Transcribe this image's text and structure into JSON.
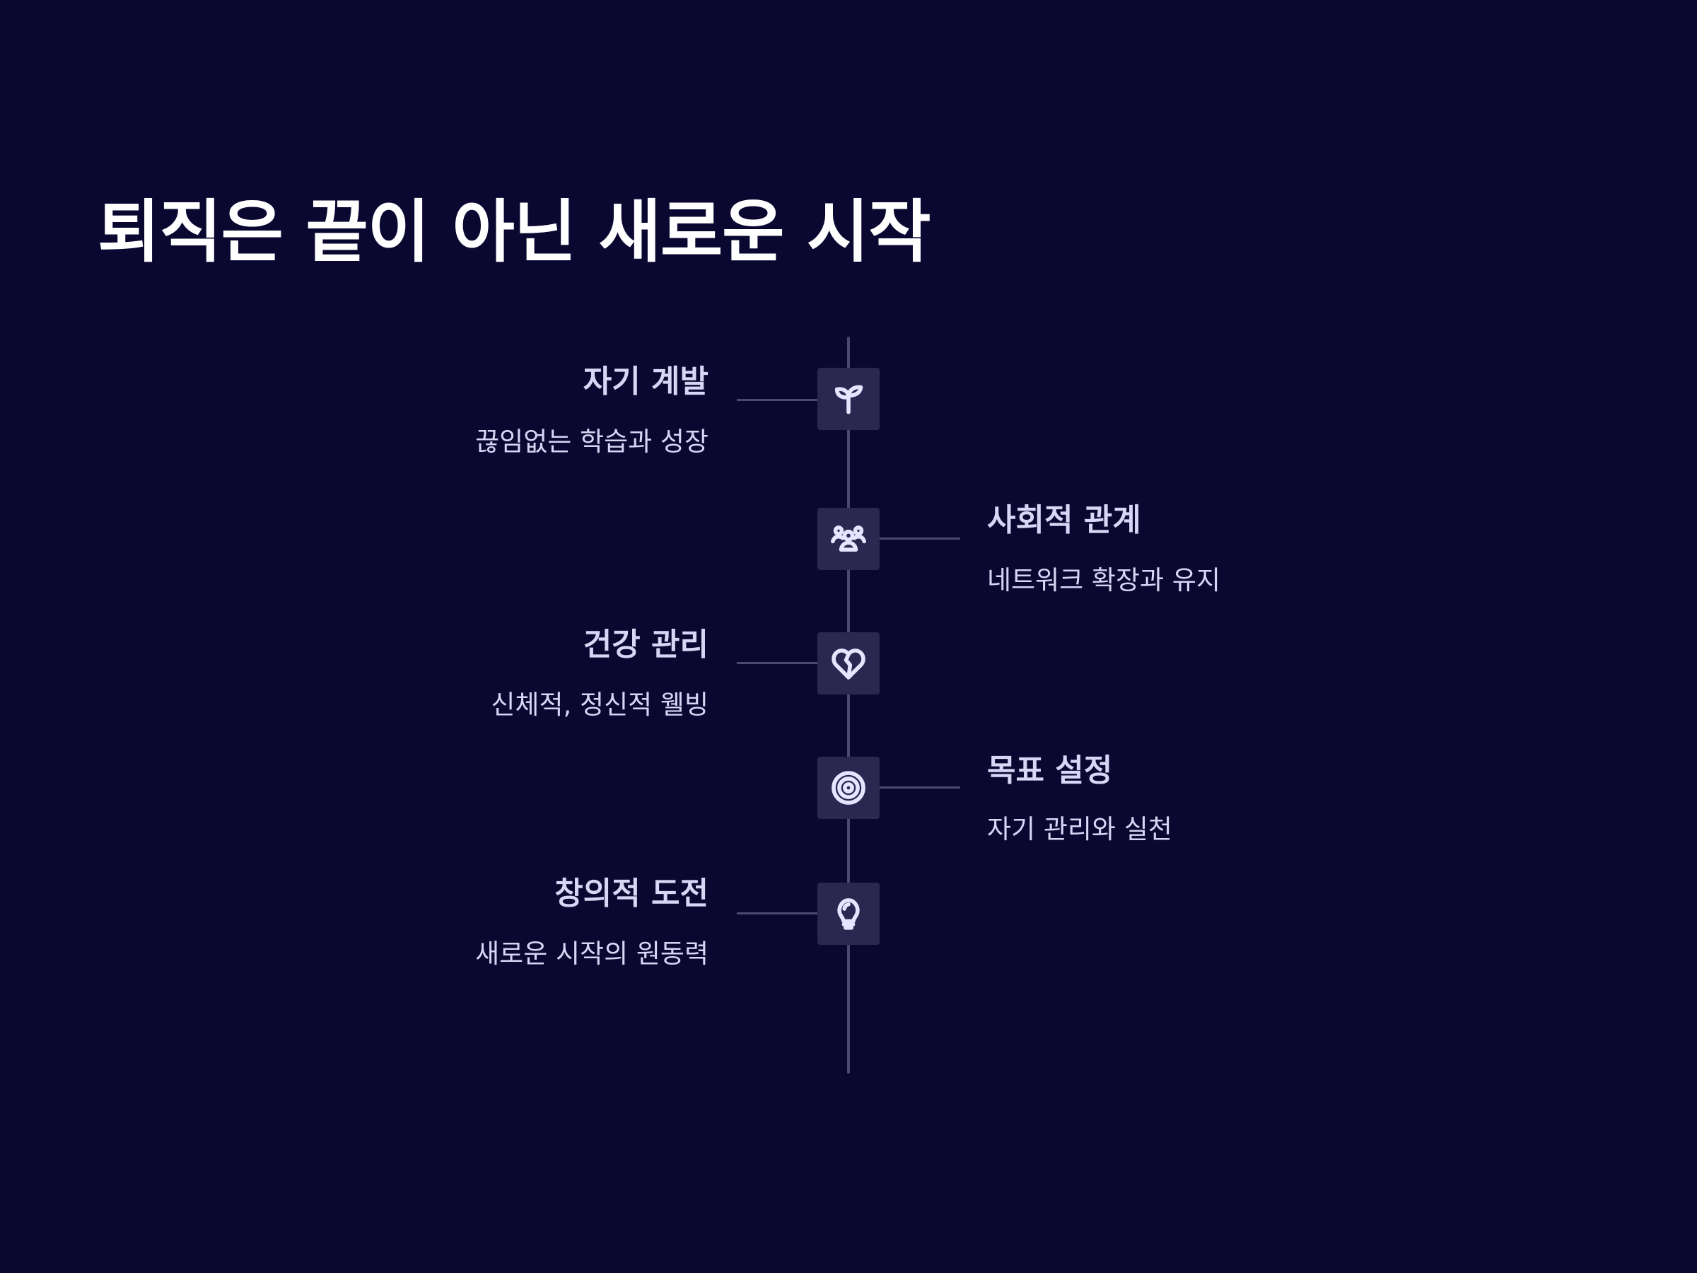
{
  "title": "퇴직은 끝이 아닌 새로운 시작",
  "colors": {
    "background": "#0a0830",
    "title": "#ffffff",
    "text": "#d8d6f5",
    "line": "#4b4a6e",
    "box": "#2a2850",
    "icon": "#e6e4ff"
  },
  "items": [
    {
      "title": "자기 계발",
      "description": "끊임없는 학습과 성장",
      "icon": "sprout-icon",
      "side": "left"
    },
    {
      "title": "사회적 관계",
      "description": "네트워크 확장과 유지",
      "icon": "users-icon",
      "side": "right"
    },
    {
      "title": "건강 관리",
      "description": "신체적, 정신적 웰빙",
      "icon": "heart-icon",
      "side": "left"
    },
    {
      "title": "목표 설정",
      "description": "자기 관리와 실천",
      "icon": "target-icon",
      "side": "right"
    },
    {
      "title": "창의적 도전",
      "description": "새로운 시작의 원동력",
      "icon": "lightbulb-icon",
      "side": "left"
    }
  ]
}
